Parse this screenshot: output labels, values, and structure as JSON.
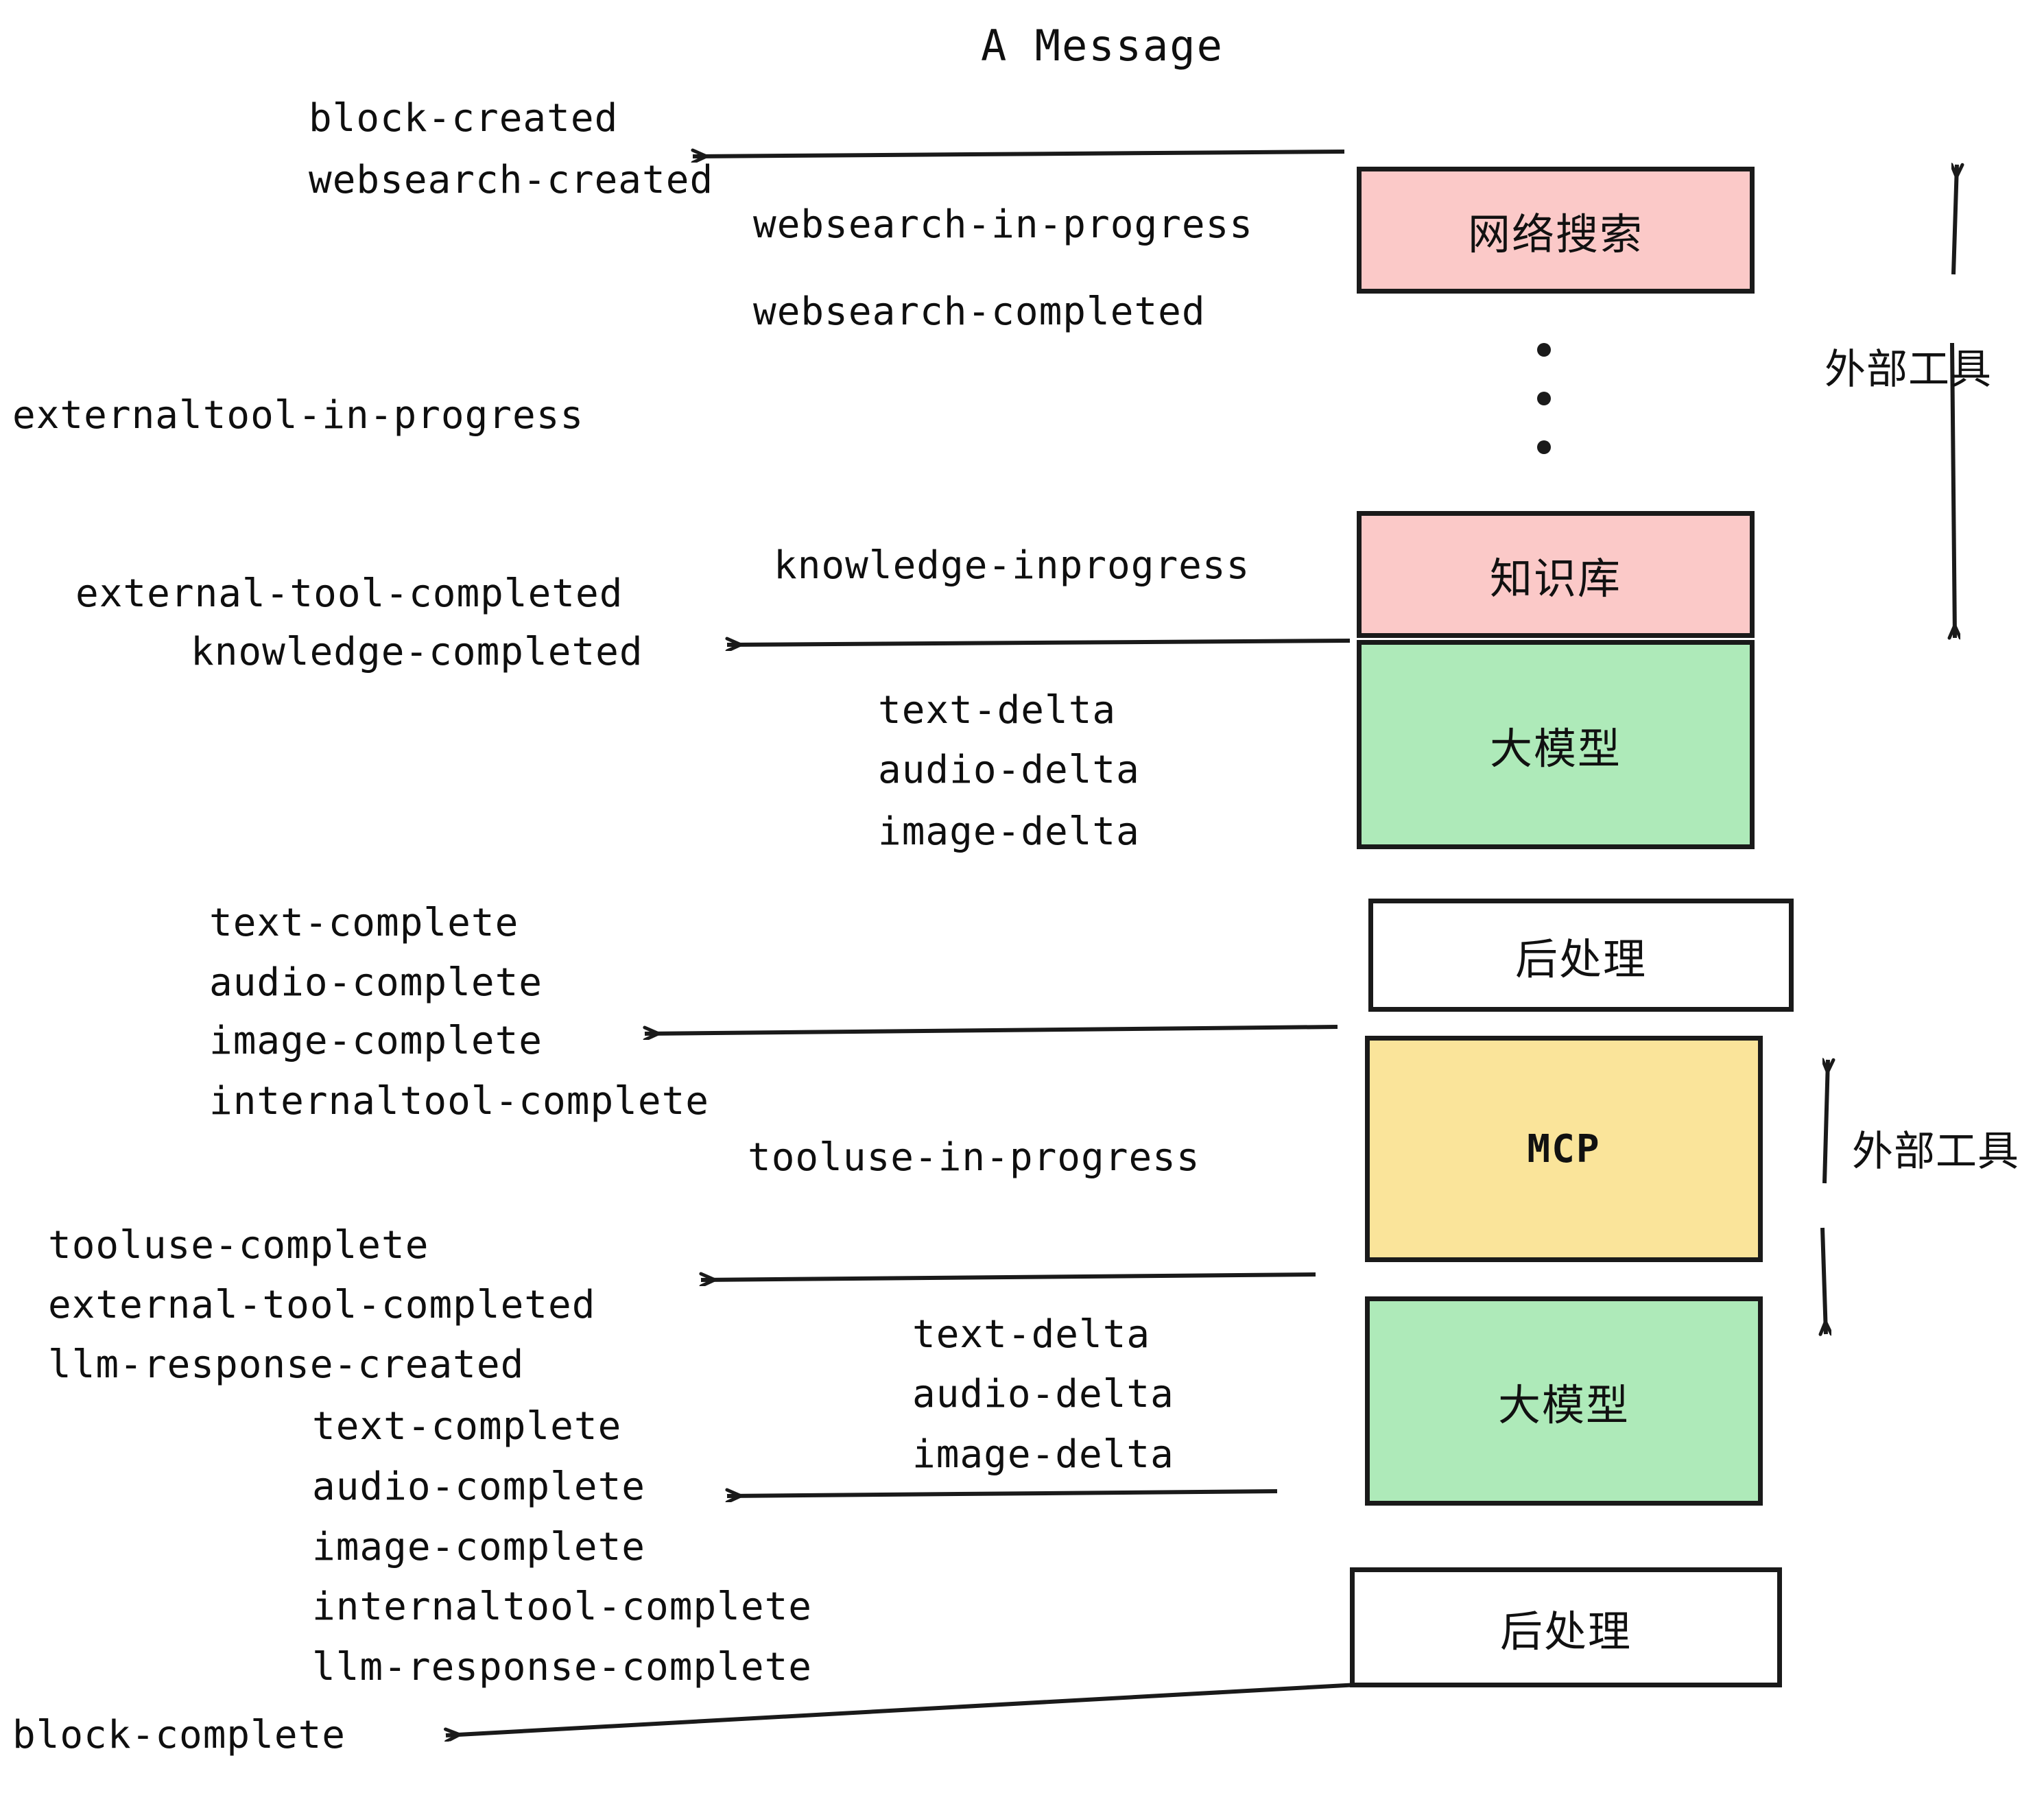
{
  "diagram": {
    "title": "A Message",
    "colors": {
      "pink": "#fbc9c8",
      "green": "#aeeab9",
      "yellow": "#fae49a",
      "white": "#ffffff",
      "stroke": "#1a1a1a",
      "text": "#0f0f0f"
    },
    "nodes": [
      {
        "id": "websearch",
        "label": "网络搜索",
        "fill": "#fbc9c8"
      },
      {
        "id": "knowledge",
        "label": "知识库",
        "fill": "#fbc9c8"
      },
      {
        "id": "llm-1",
        "label": "大模型",
        "fill": "#aeeab9"
      },
      {
        "id": "postprocess-1",
        "label": "后处理",
        "fill": "#ffffff"
      },
      {
        "id": "mcp",
        "label": "MCP",
        "fill": "#fae49a"
      },
      {
        "id": "llm-2",
        "label": "大模型",
        "fill": "#aeeab9"
      },
      {
        "id": "postprocess-2",
        "label": "后处理",
        "fill": "#ffffff"
      }
    ],
    "group_labels": [
      {
        "id": "external-tools-top",
        "label": "外部工具"
      },
      {
        "id": "external-tools-bottom",
        "label": "外部工具"
      }
    ],
    "events": [
      {
        "id": "block-created",
        "text": "block-created"
      },
      {
        "id": "websearch-created",
        "text": "websearch-created"
      },
      {
        "id": "websearch-in-progress",
        "text": "websearch-in-progress"
      },
      {
        "id": "websearch-completed",
        "text": "websearch-completed"
      },
      {
        "id": "externaltool-in-progress",
        "text": "externaltool-in-progress"
      },
      {
        "id": "knowledge-inprogress",
        "text": "knowledge-inprogress"
      },
      {
        "id": "external-tool-completed-1",
        "text": "external-tool-completed"
      },
      {
        "id": "knowledge-completed",
        "text": "knowledge-completed"
      },
      {
        "id": "text-delta-1",
        "text": "text-delta"
      },
      {
        "id": "audio-delta-1",
        "text": "audio-delta"
      },
      {
        "id": "image-delta-1",
        "text": "image-delta"
      },
      {
        "id": "text-complete-1",
        "text": "text-complete"
      },
      {
        "id": "audio-complete-1",
        "text": "audio-complete"
      },
      {
        "id": "image-complete-1",
        "text": "image-complete"
      },
      {
        "id": "internaltool-complete-1",
        "text": "internaltool-complete"
      },
      {
        "id": "tooluse-in-progress",
        "text": "tooluse-in-progress"
      },
      {
        "id": "tooluse-complete",
        "text": "tooluse-complete"
      },
      {
        "id": "external-tool-completed-2",
        "text": "external-tool-completed"
      },
      {
        "id": "llm-response-created",
        "text": "llm-response-created"
      },
      {
        "id": "text-delta-2",
        "text": "text-delta"
      },
      {
        "id": "audio-delta-2",
        "text": "audio-delta"
      },
      {
        "id": "image-delta-2",
        "text": "image-delta"
      },
      {
        "id": "text-complete-2",
        "text": "text-complete"
      },
      {
        "id": "audio-complete-2",
        "text": "audio-complete"
      },
      {
        "id": "image-complete-2",
        "text": "image-complete"
      },
      {
        "id": "internaltool-complete-2",
        "text": "internaltool-complete"
      },
      {
        "id": "llm-response-complete",
        "text": "llm-response-complete"
      },
      {
        "id": "block-complete",
        "text": "block-complete"
      }
    ]
  }
}
